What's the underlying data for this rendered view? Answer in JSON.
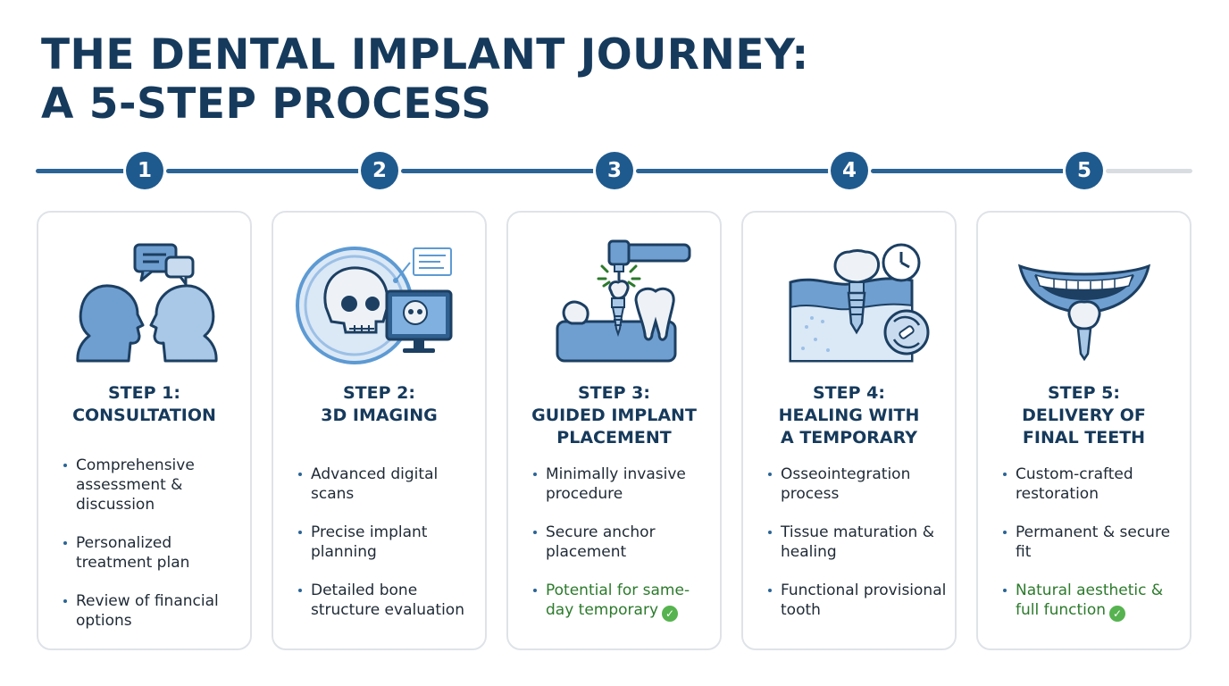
{
  "title": {
    "line1": "THE DENTAL IMPLANT JOURNEY:",
    "line2": "A 5-STEP PROCESS"
  },
  "colors": {
    "primary": "#163a5c",
    "accent": "#1f5a8e",
    "icon_fill": "#6f9fd0",
    "highlight_text": "#2c7a2c",
    "check": "#56b34f"
  },
  "steps": [
    {
      "number": "1",
      "title_line1": "STEP 1:",
      "title_line2": "CONSULTATION",
      "icon": "consultation-heads-icon",
      "bullets": [
        "Comprehensive assessment & discussion",
        "Personalized treatment plan",
        "Review of financial options"
      ]
    },
    {
      "number": "2",
      "title_line1": "STEP 2:",
      "title_line2": "3D IMAGING",
      "icon": "skull-scan-monitor-icon",
      "bullets": [
        "Advanced digital scans",
        "Precise implant planning",
        "Detailed bone structure evaluation"
      ]
    },
    {
      "number": "3",
      "title_line1": "STEP 3:",
      "title_line2": "GUIDED IMPLANT",
      "title_line3": "PLACEMENT",
      "icon": "implant-drill-icon",
      "bullets": [
        "Minimally invasive procedure",
        "Secure anchor placement",
        "Potential for same-day temporary"
      ]
    },
    {
      "number": "4",
      "title_line1": "STEP 4:",
      "title_line2": "HEALING WITH",
      "title_line3": "A TEMPORARY",
      "icon": "implant-healing-clock-icon",
      "bullets": [
        "Osseointegration process",
        "Tissue maturation & healing",
        "Functional provisional tooth"
      ]
    },
    {
      "number": "5",
      "title_line1": "STEP 5:",
      "title_line2": "DELIVERY OF",
      "title_line3": "FINAL TEETH",
      "icon": "smile-final-tooth-icon",
      "bullets": [
        "Custom-crafted restoration",
        "Permanent & secure fit",
        "Natural aesthetic & full function"
      ]
    }
  ]
}
